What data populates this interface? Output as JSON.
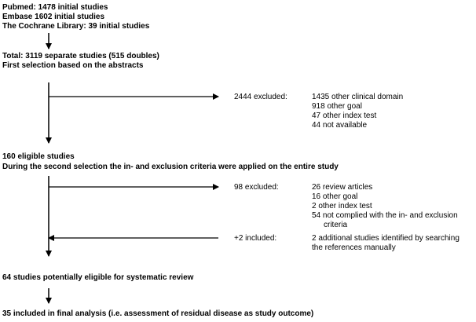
{
  "sources": [
    "Pubmed: 1478 initial studies",
    "Embase 1602 initial studies",
    "The Cochrane Library: 39 initial studies"
  ],
  "total": {
    "line1": "Total: 3119 separate studies (515 doubles)",
    "line2": "First selection based on the abstracts"
  },
  "first_exclusion": {
    "label": "2444 excluded:",
    "reasons": [
      "1435 other clinical domain",
      "918 other goal",
      "47 other index test",
      "44 not available"
    ]
  },
  "eligible": {
    "line1": "160 eligible studies",
    "line2": "During the second selection the in- and exclusion criteria were applied on the entire study"
  },
  "second_exclusion": {
    "label": "98 excluded:",
    "reasons": [
      "26 review articles",
      "16 other goal",
      "2 other index test",
      "54 not complied with the in- and exclusion",
      "criteria"
    ]
  },
  "addition": {
    "label": "+2 included:",
    "lines": [
      "2 additional studies identified by searching",
      "the references manually"
    ]
  },
  "potential": "64 studies potentially eligible for systematic review",
  "final": "35 included in final analysis (i.e. assessment of residual disease as study outcome)"
}
